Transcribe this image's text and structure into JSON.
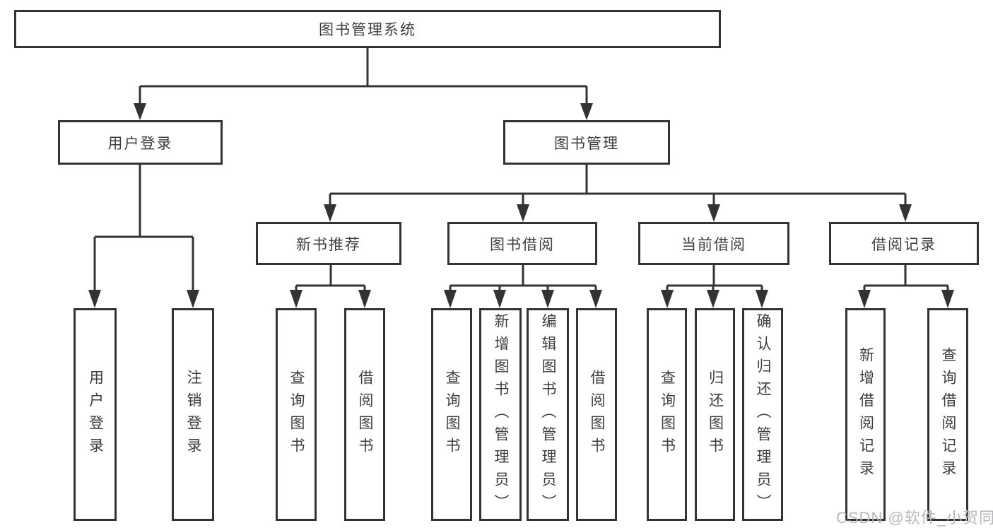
{
  "diagram": {
    "title_node": {
      "label": "图书管理系统"
    },
    "level2": [
      {
        "label": "用户登录"
      },
      {
        "label": "图书管理"
      }
    ],
    "level3": [
      {
        "label": "新书推荐",
        "parent": "图书管理"
      },
      {
        "label": "图书借阅",
        "parent": "图书管理"
      },
      {
        "label": "当前借阅",
        "parent": "图书管理"
      },
      {
        "label": "借阅记录",
        "parent": "图书管理"
      }
    ],
    "leaves": [
      {
        "label": "用户登录",
        "parent": "用户登录"
      },
      {
        "label": "注销登录",
        "parent": "用户登录"
      },
      {
        "label": "查询图书",
        "parent": "新书推荐"
      },
      {
        "label": "借阅图书",
        "parent": "新书推荐"
      },
      {
        "label": "查询图书",
        "parent": "图书借阅"
      },
      {
        "label": "新增图书（管理员）",
        "parent": "图书借阅"
      },
      {
        "label": "编辑图书（管理员）",
        "parent": "图书借阅"
      },
      {
        "label": "借阅图书",
        "parent": "图书借阅"
      },
      {
        "label": "查询图书",
        "parent": "当前借阅"
      },
      {
        "label": "归还图书",
        "parent": "当前借阅"
      },
      {
        "label": "确认归还（管理员）",
        "parent": "当前借阅"
      },
      {
        "label": "新增借阅记录",
        "parent": "借阅记录"
      },
      {
        "label": "查询借阅记录",
        "parent": "借阅记录"
      }
    ],
    "colors": {
      "line": "#333333",
      "text": "#3d3d3d",
      "background": "#ffffff",
      "watermark": "#b8b5bd"
    }
  },
  "watermark": {
    "text": "CSDN @软件_小贺同学"
  }
}
